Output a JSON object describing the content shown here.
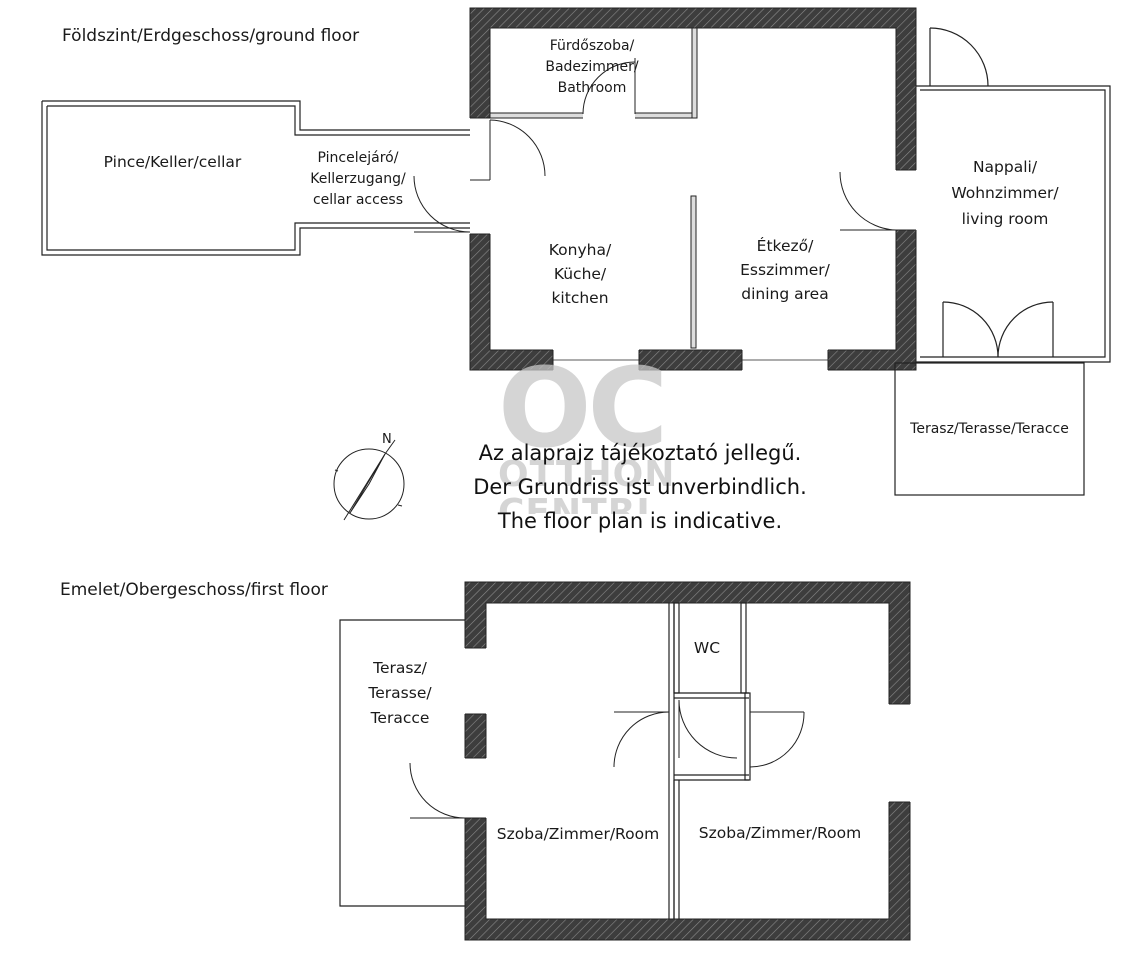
{
  "titles": {
    "ground": "Földszint/Erdgeschoss/ground floor",
    "first": "Emelet/Obergeschoss/first floor"
  },
  "rooms": {
    "bathroom": [
      "Fürdőszoba/",
      "Badezimmer/",
      "Bathroom"
    ],
    "cellar": "Pince/Keller/cellar",
    "cellar_access": [
      "Pincelejáró/",
      "Kellerzugang/",
      "cellar access"
    ],
    "kitchen": [
      "Konyha/",
      "Küche/",
      "kitchen"
    ],
    "dining": [
      "Étkező/",
      "Esszimmer/",
      "dining area"
    ],
    "living": [
      "Nappali/",
      "Wohnzimmer/",
      "living room"
    ],
    "terrace_ground": "Terasz/Terasse/Teracce",
    "terrace_first": [
      "Terasz/",
      "Terasse/",
      "Teracce"
    ],
    "wc": "WC",
    "room_left": "Szoba/Zimmer/Room",
    "room_right": "Szoba/Zimmer/Room"
  },
  "notice": [
    "Az alaprajz tájékoztató jellegű.",
    "Der Grundriss ist unverbindlich.",
    "The floor plan is indicative."
  ],
  "watermark": {
    "logo": "OC",
    "line1": "OTTHON",
    "line2": "CENTRUM"
  },
  "compass": {
    "north_label": "N"
  },
  "colors": {
    "wall_hatch": "#3a3a3a",
    "line": "#222222",
    "watermark": "#c8c8c8"
  }
}
